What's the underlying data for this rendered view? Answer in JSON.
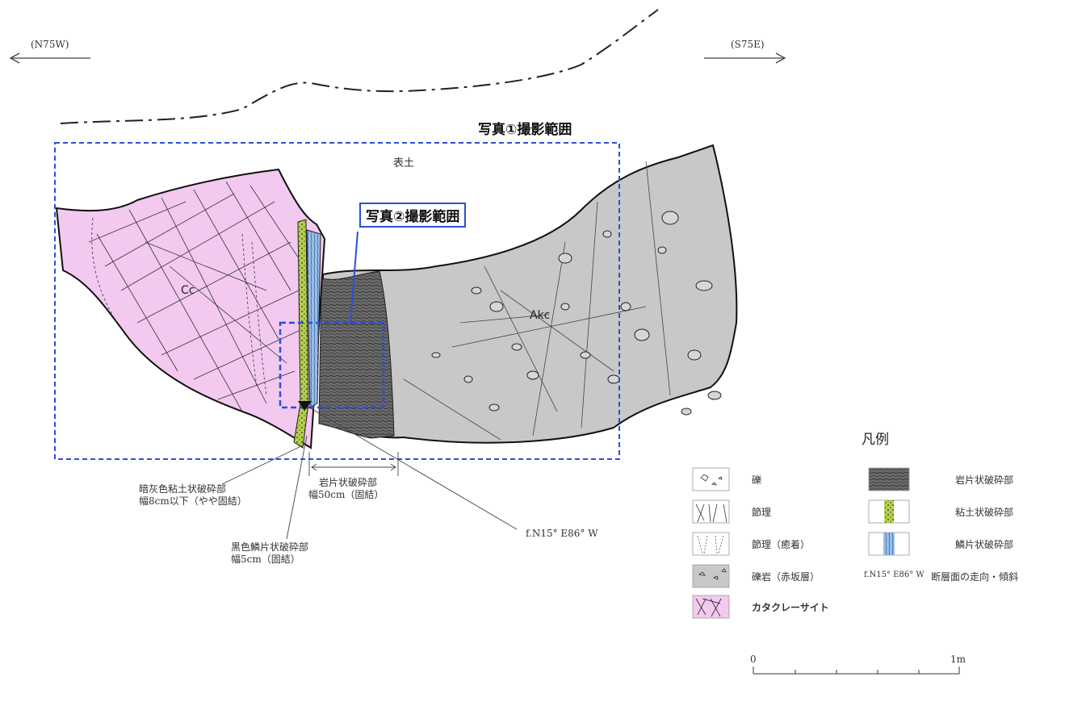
{
  "directions": {
    "left": "(N75W)",
    "right": "(S75E)"
  },
  "photo1_label": "写真①撮影範囲",
  "photo2_label": "写真②撮影範囲",
  "topsoil_label": "表土",
  "units": {
    "cataclasite": "Cc",
    "akasaka": "Akc"
  },
  "annotations": {
    "clay_zone": [
      "暗灰色粘土状破砕部",
      "幅8cm以下（やや固結）"
    ],
    "scaly_zone": [
      "黒色鱗片状破砕部",
      "幅5cm（固結）"
    ],
    "schist_zone": [
      "岩片状破砕部",
      "幅50cm（固結）"
    ],
    "fault_attitude": "f.N15° E86° W"
  },
  "legend": {
    "title": "凡例",
    "items": [
      {
        "symbol": "gravel-symbol",
        "label": "礫"
      },
      {
        "symbol": "joint-symbol",
        "label": "節理"
      },
      {
        "symbol": "joint-healed-symbol",
        "label": "節理（癒着）"
      },
      {
        "symbol": "conglomerate-symbol",
        "label": "礫岩（赤坂層）"
      },
      {
        "symbol": "cataclasite-symbol",
        "label": "カタクレーサイト"
      },
      {
        "symbol": "schist-fracture-symbol",
        "label": "岩片状破砕部"
      },
      {
        "symbol": "clay-fracture-symbol",
        "label": "粘土状破砕部"
      },
      {
        "symbol": "scaly-fracture-symbol",
        "label": "鱗片状破砕部"
      },
      {
        "symbol": "strike-dip-symbol",
        "symbol_text": "f.N15° E86° W",
        "label": "断層面の走向・傾斜"
      }
    ]
  },
  "scale": {
    "start": "0",
    "end": "1m"
  },
  "colors": {
    "cataclasite": "#f3c9ef",
    "conglomerate": "#c8c8c8",
    "schist_zone": "#5a5a5a",
    "clay_zone": "#b6cf4f",
    "scaly_zone": "#8fb2db",
    "frame_blue": "#2b4fd6"
  }
}
